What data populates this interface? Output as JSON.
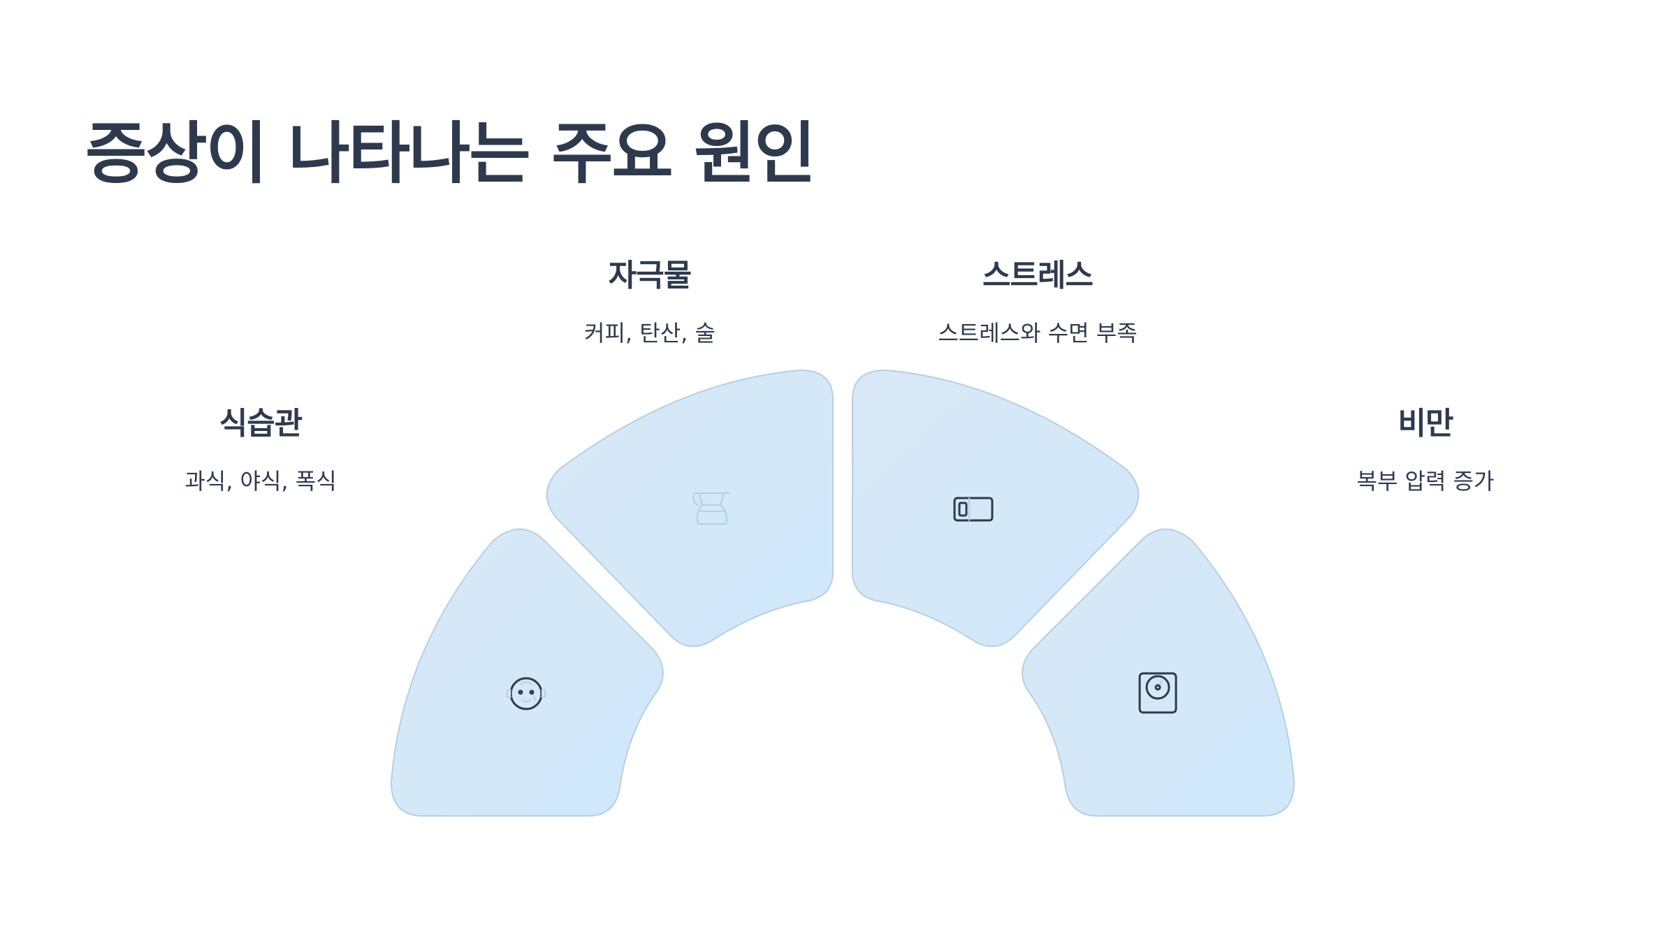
{
  "title": "증상이 나타나는 주요 원인",
  "causes": [
    {
      "heading": "식습관",
      "description": "과식, 야식, 폭식",
      "icon": "baby-face-icon"
    },
    {
      "heading": "자극물",
      "description": "커피, 탄산, 술",
      "icon": "coffee-pot-icon"
    },
    {
      "heading": "스트레스",
      "description": "스트레스와 수면 부족",
      "icon": "battery-low-icon"
    },
    {
      "heading": "비만",
      "description": "복부 압력 증가",
      "icon": "weight-scale-icon"
    }
  ],
  "colors": {
    "text": "#2d3a4e",
    "segment_fill_start": "#d9e8f5",
    "segment_fill_end": "#cfe8fb",
    "segment_stroke": "#b5cfe6"
  }
}
